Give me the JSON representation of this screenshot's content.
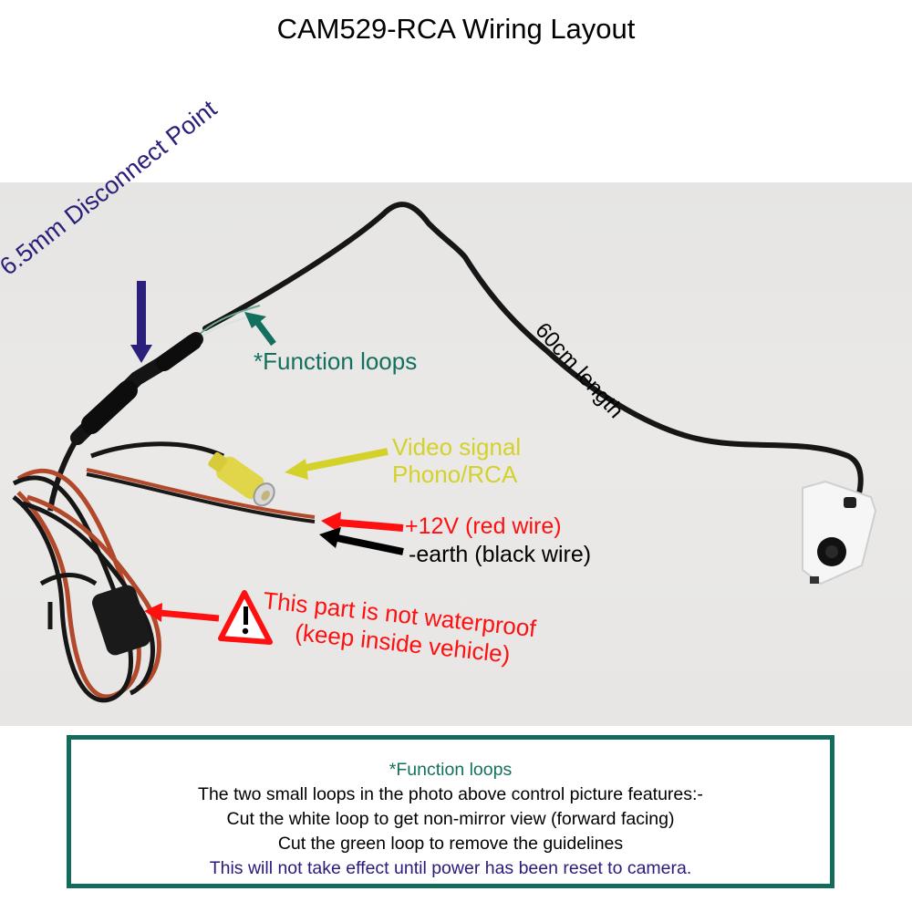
{
  "title": "CAM529-RCA Wiring Layout",
  "photo": {
    "annotations": {
      "disconnect_point": "6.5mm Disconnect Point",
      "function_loops": "*Function loops",
      "cable_length": "60cm length",
      "video_signal_line1": "Video signal",
      "video_signal_line2": "Phono/RCA",
      "power_positive": "+12V (red wire)",
      "power_earth": "-earth (black wire)",
      "warning_line1": "This part is not waterproof",
      "warning_line2": "(keep inside vehicle)"
    },
    "icons": {
      "warning": "warning-triangle-icon"
    },
    "colors": {
      "disconnect": "#2a1f7a",
      "function_loops": "#14705e",
      "video": "#d4d22a",
      "power_positive": "#ff1010",
      "earth": "#000000",
      "warning": "#ff1010"
    }
  },
  "info_box": {
    "heading": "*Function loops",
    "lines": [
      "The two small loops in the photo above control picture features:-",
      "Cut the white loop to get non-mirror view (forward facing)",
      "Cut the green loop to remove the guidelines"
    ],
    "note": "This will not take effect until power has been reset to camera.",
    "border_color": "#136b5b"
  }
}
